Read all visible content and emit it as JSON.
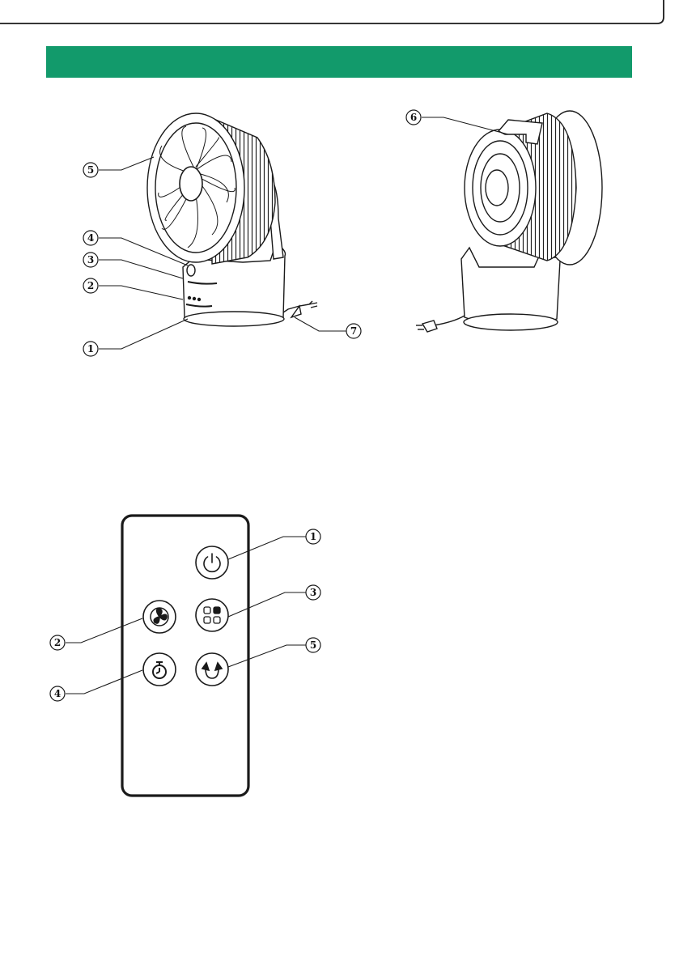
{
  "colors": {
    "header_bar": "#129a6b",
    "line": "#1a1a1a"
  },
  "fan_front": {
    "callouts": [
      {
        "number": "5",
        "part": "front-grille"
      },
      {
        "number": "4",
        "part": "top-button"
      },
      {
        "number": "3",
        "part": "upper-indicator-strip"
      },
      {
        "number": "2",
        "part": "lower-indicator-strip"
      },
      {
        "number": "1",
        "part": "base"
      },
      {
        "number": "7",
        "part": "power-plug"
      }
    ]
  },
  "fan_rear": {
    "callouts": [
      {
        "number": "6",
        "part": "carry-handle"
      }
    ]
  },
  "remote": {
    "callouts": [
      {
        "number": "1",
        "part": "power-button",
        "icon": "power-icon"
      },
      {
        "number": "2",
        "part": "fan-speed-button",
        "icon": "fan-icon"
      },
      {
        "number": "3",
        "part": "mode-button",
        "icon": "mode-grid-icon"
      },
      {
        "number": "4",
        "part": "timer-button",
        "icon": "timer-icon"
      },
      {
        "number": "5",
        "part": "oscillation-button",
        "icon": "oscillation-icon"
      }
    ]
  }
}
